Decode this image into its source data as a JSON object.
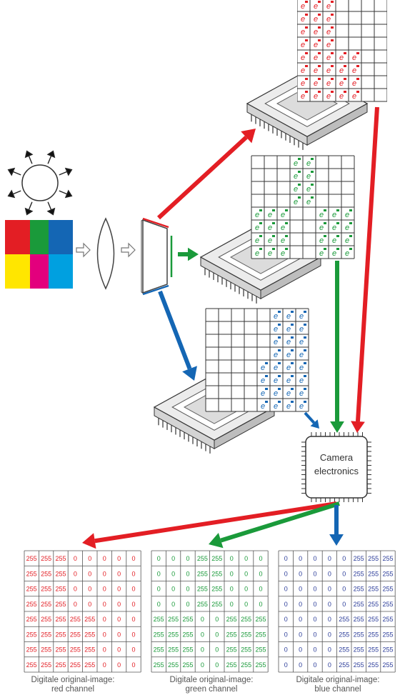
{
  "colors": {
    "red": "#e31e24",
    "green": "#1a9a3a",
    "blue": "#1466b4",
    "dark_blue": "#2d3e9a",
    "grid": "#333333",
    "chip_fill": "#ececec",
    "mosaic": [
      "#e31e24",
      "#1a9a3a",
      "#1466b4",
      "#ffe600",
      "#e3007d",
      "#00a0e0"
    ]
  },
  "icons": {
    "light_source": "sun-icon",
    "direction": "outline-arrow-icon",
    "electron": "electron-icon",
    "processor": "chip-icon"
  },
  "electron_glyph": "e",
  "electronics": {
    "line1": "Camera",
    "line2": "electronics"
  },
  "sensor_masks": {
    "red": [
      "11100000",
      "11100000",
      "11100000",
      "11100000",
      "11111000",
      "11111000",
      "11111000",
      "11111000"
    ],
    "green": [
      "00011000",
      "00011000",
      "00011000",
      "00011000",
      "11100111",
      "11100111",
      "11100111",
      "11100111"
    ],
    "blue": [
      "00000111",
      "00000111",
      "00000111",
      "00000111",
      "00001111",
      "00001111",
      "00001111",
      "00001111"
    ]
  },
  "channels": [
    {
      "key": "red",
      "rows": [
        [
          "255",
          "255",
          "255",
          "0",
          "0",
          "0",
          "0",
          "0"
        ],
        [
          "255",
          "255",
          "255",
          "0",
          "0",
          "0",
          "0",
          "0"
        ],
        [
          "255",
          "255",
          "255",
          "0",
          "0",
          "0",
          "0",
          "0"
        ],
        [
          "255",
          "255",
          "255",
          "0",
          "0",
          "0",
          "0",
          "0"
        ],
        [
          "255",
          "255",
          "255",
          "255",
          "255",
          "0",
          "0",
          "0"
        ],
        [
          "255",
          "255",
          "255",
          "255",
          "255",
          "0",
          "0",
          "0"
        ],
        [
          "255",
          "255",
          "255",
          "255",
          "255",
          "0",
          "0",
          "0"
        ],
        [
          "255",
          "255",
          "255",
          "255",
          "255",
          "0",
          "0",
          "0"
        ]
      ],
      "caption_line1": "Digitale original-image:",
      "caption_line2": "red channel"
    },
    {
      "key": "green",
      "rows": [
        [
          "0",
          "0",
          "0",
          "255",
          "255",
          "0",
          "0",
          "0"
        ],
        [
          "0",
          "0",
          "0",
          "255",
          "255",
          "0",
          "0",
          "0"
        ],
        [
          "0",
          "0",
          "0",
          "255",
          "255",
          "0",
          "0",
          "0"
        ],
        [
          "0",
          "0",
          "0",
          "255",
          "255",
          "0",
          "0",
          "0"
        ],
        [
          "255",
          "255",
          "255",
          "0",
          "0",
          "255",
          "255",
          "255"
        ],
        [
          "255",
          "255",
          "255",
          "0",
          "0",
          "255",
          "255",
          "255"
        ],
        [
          "255",
          "255",
          "255",
          "0",
          "0",
          "255",
          "255",
          "255"
        ],
        [
          "255",
          "255",
          "255",
          "0",
          "0",
          "255",
          "255",
          "255"
        ]
      ],
      "caption_line1": "Digitale original-image:",
      "caption_line2": "green channel"
    },
    {
      "key": "blue",
      "rows": [
        [
          "0",
          "0",
          "0",
          "0",
          "0",
          "255",
          "255",
          "255"
        ],
        [
          "0",
          "0",
          "0",
          "0",
          "0",
          "255",
          "255",
          "255"
        ],
        [
          "0",
          "0",
          "0",
          "0",
          "0",
          "255",
          "255",
          "255"
        ],
        [
          "0",
          "0",
          "0",
          "0",
          "0",
          "255",
          "255",
          "255"
        ],
        [
          "0",
          "0",
          "0",
          "0",
          "255",
          "255",
          "255",
          "255"
        ],
        [
          "0",
          "0",
          "0",
          "0",
          "255",
          "255",
          "255",
          "255"
        ],
        [
          "0",
          "0",
          "0",
          "0",
          "255",
          "255",
          "255",
          "255"
        ],
        [
          "0",
          "0",
          "0",
          "0",
          "255",
          "255",
          "255",
          "255"
        ]
      ],
      "caption_line1": "Digitale original-image:",
      "caption_line2": "blue channel"
    }
  ]
}
